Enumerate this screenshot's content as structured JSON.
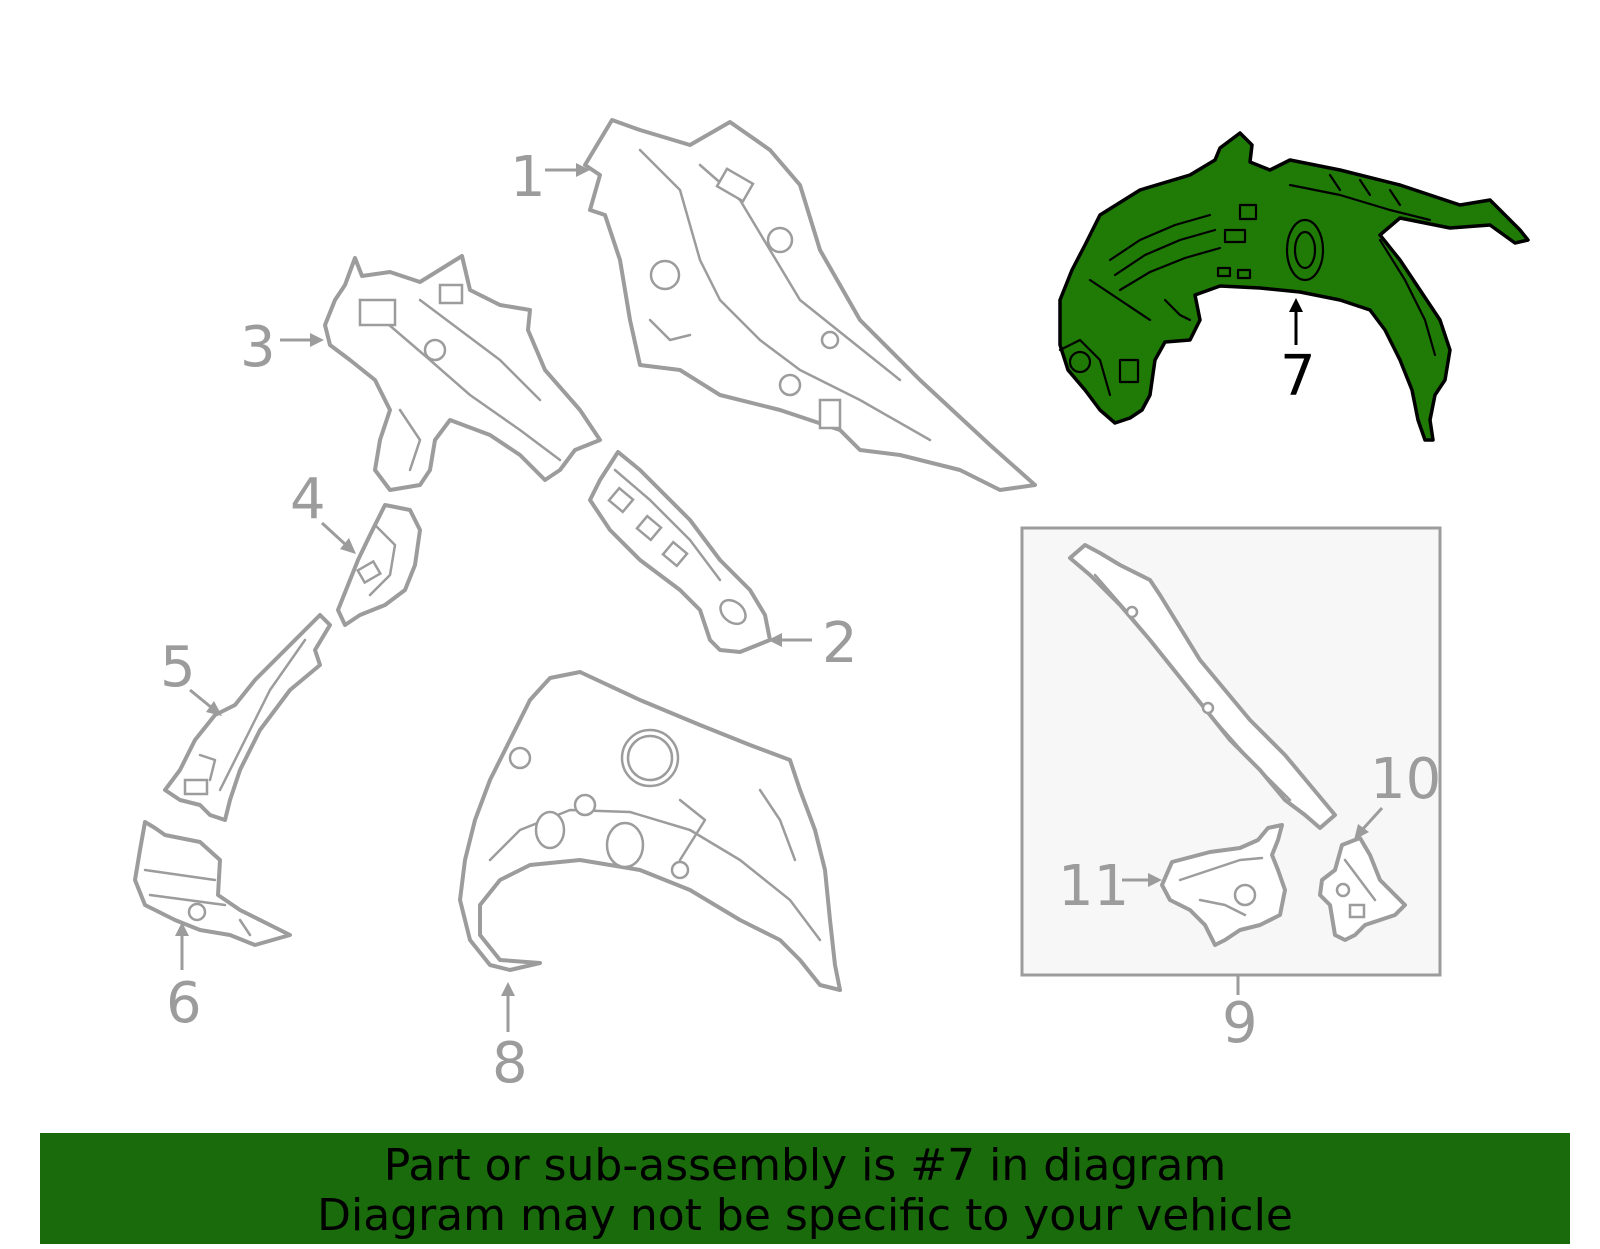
{
  "colors": {
    "selected_part": "#1f7a06",
    "banner_background": "#1a6b0c",
    "part_outline": "#9c9c9c",
    "text_on_banner": "#000000"
  },
  "callouts": {
    "c1": "1",
    "c2": "2",
    "c3": "3",
    "c4": "4",
    "c5": "5",
    "c6": "6",
    "c7": "7",
    "c8": "8",
    "c9": "9",
    "c10": "10",
    "c11": "11"
  },
  "selected_part": "7",
  "banner": {
    "line1": "Part or sub-assembly is #7 in diagram",
    "line2": "Diagram may not be specific to your vehicle"
  }
}
